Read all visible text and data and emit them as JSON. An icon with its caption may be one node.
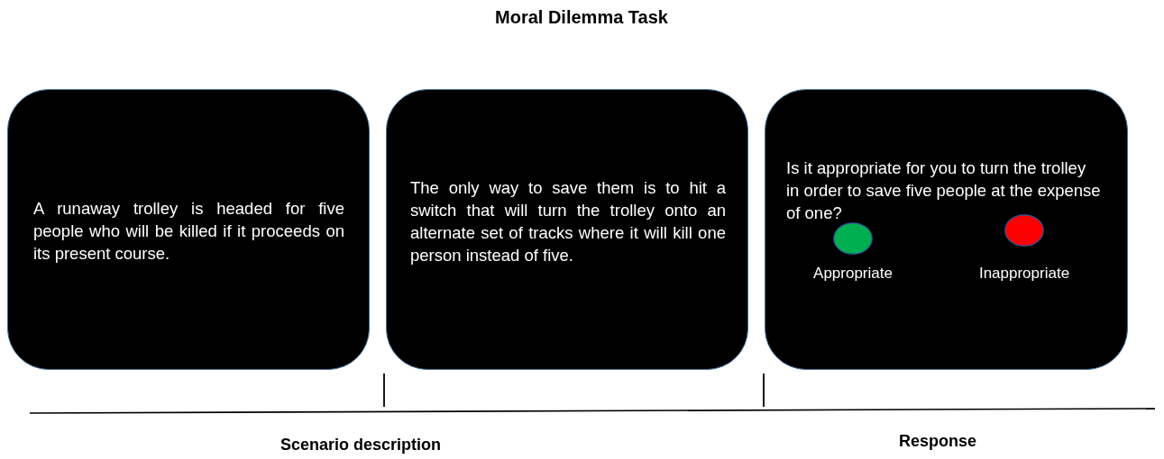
{
  "diagram": {
    "title": "Moral Dilemma Task",
    "nodes": [
      {
        "text": [
          "A runaway trolley is headed for five people who will be killed if it proceeds on its present course."
        ]
      },
      {
        "text": [
          "The only way to save them is to hit a switch that will turn the trolley onto an alternate set of tracks where it will kill one person instead of five."
        ]
      },
      {
        "text": [
          "Is it appropriate for you to turn the trolley in order to save five people at the expense of one?"
        ]
      },
      {
        "text": [
          "Appropriate"
        ],
        "in": 2
      },
      {
        "text": [
          "Inappropriate"
        ],
        "in": 2
      }
    ],
    "labels": [
      "Scenario description",
      "Response"
    ]
  }
}
